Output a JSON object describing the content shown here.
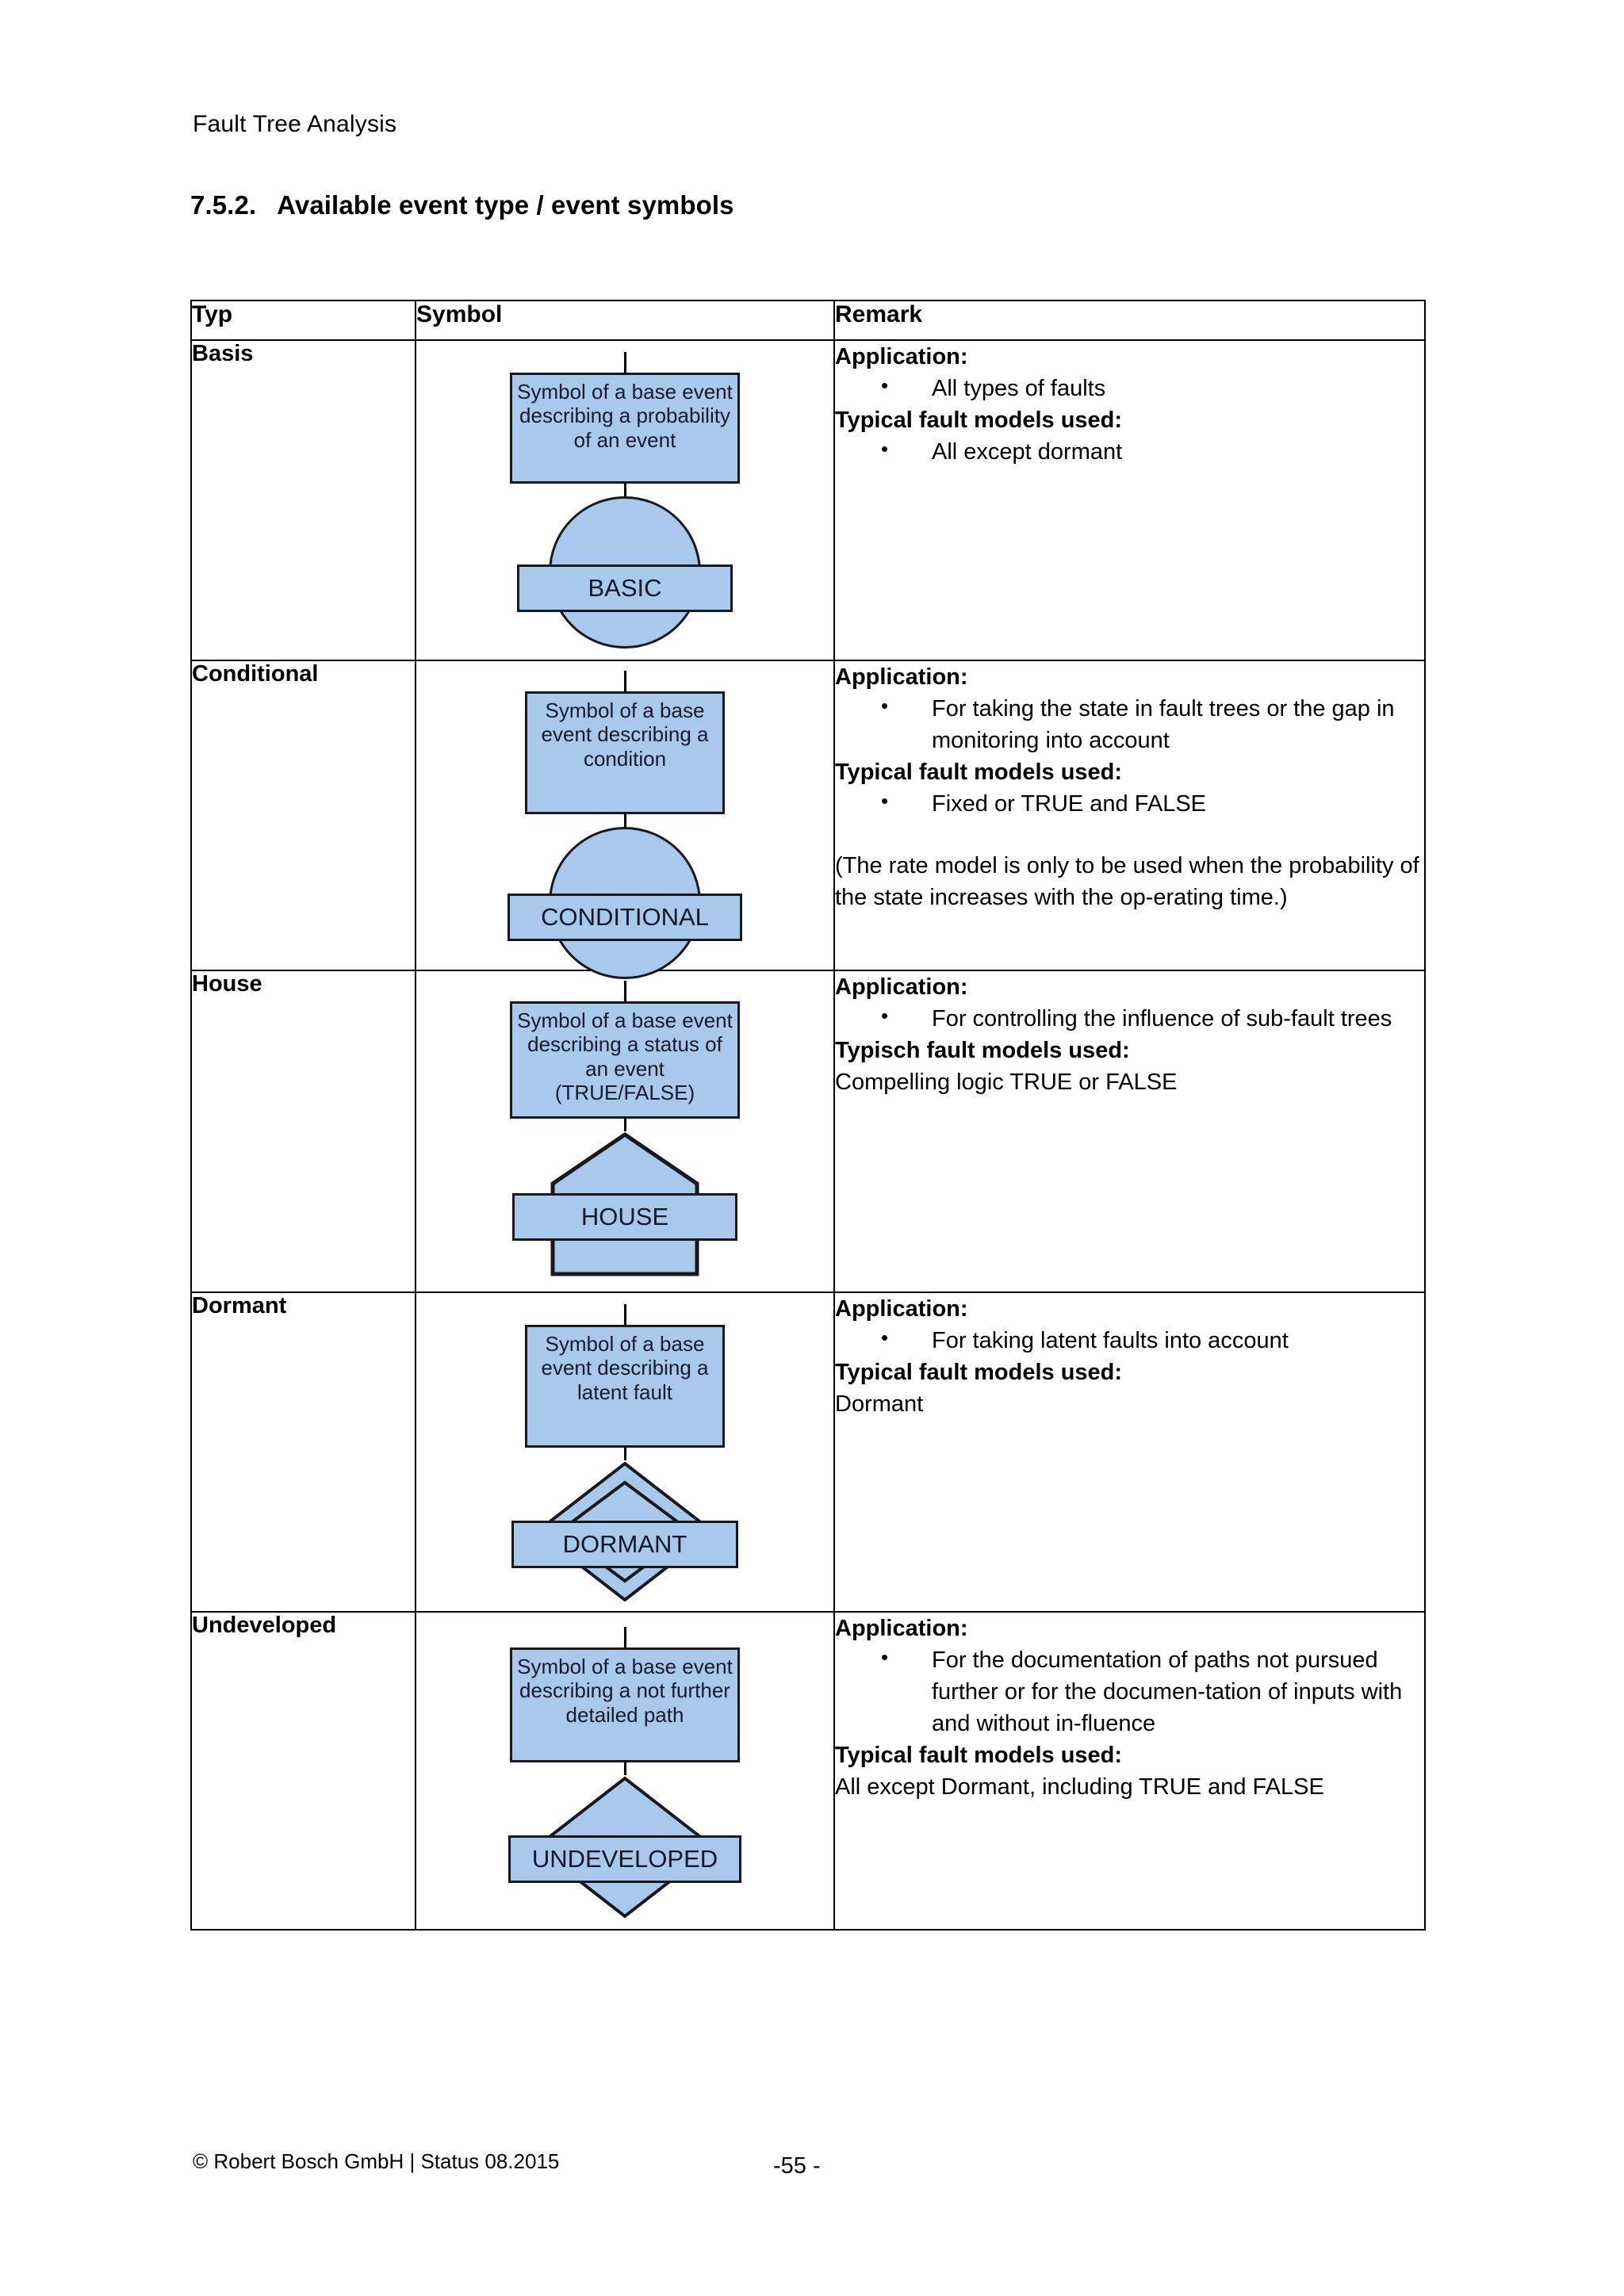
{
  "header": {
    "running_head": "Fault Tree Analysis",
    "section_number": "7.5.2.",
    "section_title": "Available event type / event symbols"
  },
  "table": {
    "columns": [
      "Typ",
      "Symbol",
      "Remark"
    ],
    "rows": [
      {
        "typ": "Basis",
        "symbol": {
          "description": "Symbol of a base event describing a probability of an event",
          "shape": "circle",
          "label": "BASIC"
        },
        "remark": {
          "application_label": "Application:",
          "application_items": [
            "All types of faults"
          ],
          "models_label": "Typical fault models used:",
          "model_items": [
            "All except dormant"
          ],
          "model_plain": "",
          "note": ""
        }
      },
      {
        "typ": "Conditional",
        "symbol": {
          "description": "Symbol of a base event describing a condition",
          "shape": "circle",
          "label": "CONDITIONAL"
        },
        "remark": {
          "application_label": "Application:",
          "application_items": [
            "For taking the state in fault trees or the gap in monitoring into account"
          ],
          "models_label": "Typical fault models used:",
          "model_items": [
            "Fixed or TRUE and FALSE"
          ],
          "model_plain": "",
          "note": "(The rate model is only to be used when the probability of the state increases with the op-erating time.)"
        }
      },
      {
        "typ": "House",
        "symbol": {
          "description": "Symbol of a base event describing a status of an event (TRUE/FALSE)",
          "shape": "house",
          "label": "HOUSE"
        },
        "remark": {
          "application_label": "Application:",
          "application_items": [
            "For controlling the influence of sub-fault trees"
          ],
          "models_label": "Typisch fault models used:",
          "model_items": [],
          "model_plain": "Compelling logic TRUE or FALSE",
          "note": ""
        }
      },
      {
        "typ": "Dormant",
        "symbol": {
          "description": "Symbol of a base event describing a latent fault",
          "shape": "double-diamond",
          "label": "DORMANT"
        },
        "remark": {
          "application_label": "Application:",
          "application_items": [
            "For taking latent faults into account"
          ],
          "models_label": "Typical fault models used:",
          "model_items": [],
          "model_plain": "Dormant",
          "note": ""
        }
      },
      {
        "typ": "Undeveloped",
        "symbol": {
          "description": "Symbol of a base event describing a not further detailed path",
          "shape": "diamond",
          "label": "UNDEVELOPED"
        },
        "remark": {
          "application_label": "Application:",
          "application_items": [
            "For the documentation of paths not pursued further or for the documen-tation of inputs with and without in-fluence"
          ],
          "models_label": "Typical fault models used:",
          "model_items": [],
          "model_plain": "All except Dormant, including TRUE and FALSE",
          "note": ""
        }
      }
    ]
  },
  "footer": {
    "copyright": "© Robert Bosch GmbH | Status 08.2015",
    "page_number": "-55 -"
  },
  "colors": {
    "symbol_fill": "#a9c9ec",
    "symbol_stroke": "#18181d",
    "text": "#000000"
  }
}
